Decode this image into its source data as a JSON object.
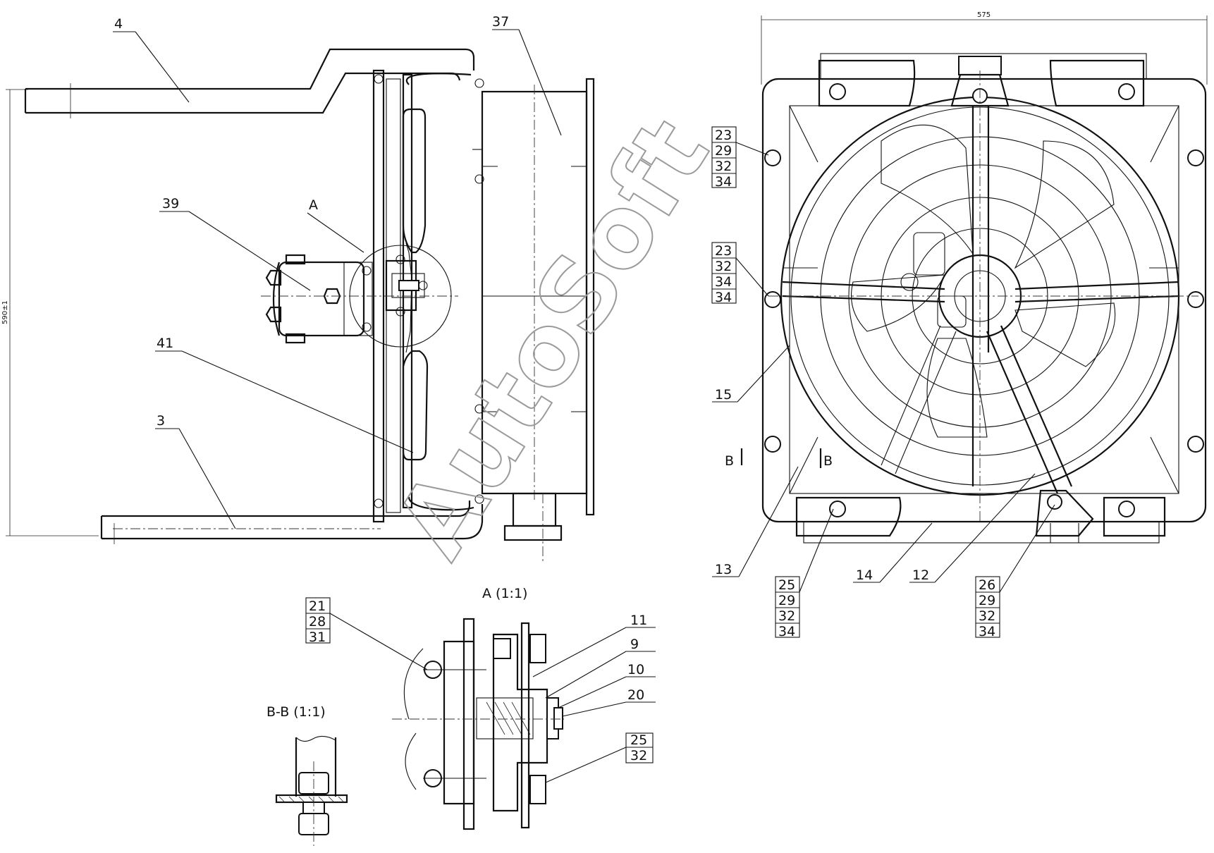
{
  "drawing": {
    "watermark": "AutoSoft",
    "dimensions": {
      "height": "590±1",
      "width": "575"
    },
    "side_view_labels": [
      "4",
      "37",
      "39",
      "A",
      "41",
      "3"
    ],
    "front_view_labels": {
      "stack_top_left": [
        "23",
        "29",
        "32",
        "34"
      ],
      "stack_mid_left": [
        "23",
        "32",
        "34",
        "34"
      ],
      "stack_bottom_1": [
        "25",
        "29",
        "32",
        "34"
      ],
      "stack_bottom_2": [
        "26",
        "29",
        "32",
        "34"
      ],
      "singles": [
        "15",
        "13",
        "14",
        "12"
      ],
      "section_mark_left": "B",
      "section_mark_right": "B"
    },
    "detail_a": {
      "title": "A  (1:1)",
      "stack_left": [
        "21",
        "28",
        "31"
      ],
      "singles": [
        "11",
        "9",
        "10",
        "20"
      ],
      "stack_right": [
        "25",
        "32"
      ]
    },
    "section_bb": {
      "title": "B-B    (1:1)"
    }
  }
}
